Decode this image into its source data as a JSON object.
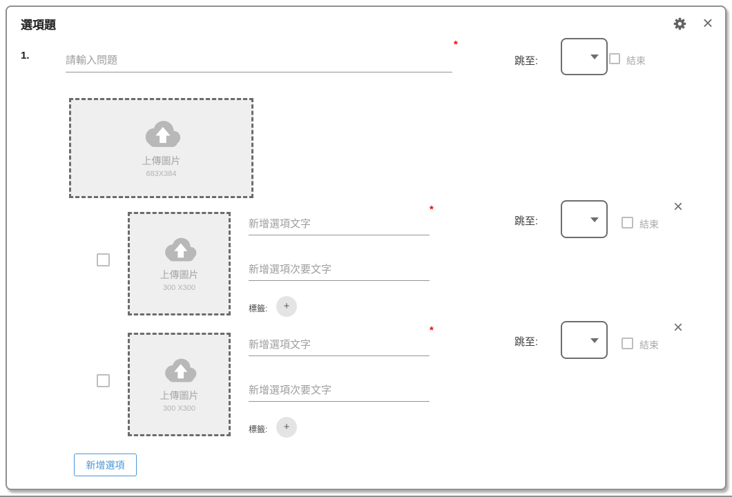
{
  "header": {
    "title": "選項題",
    "close_glyph": "×"
  },
  "question": {
    "number": "1.",
    "placeholder": "請輸入問題",
    "required_marker": "*",
    "jump_label": "跳至:",
    "end_label": "結束",
    "upload_label": "上傳圖片",
    "upload_size_hint": "683X384"
  },
  "options": [
    {
      "text_placeholder": "新增選項文字",
      "secondary_placeholder": "新增選項次要文字",
      "required_marker": "*",
      "tag_label": "標籤:",
      "add_tag_glyph": "+",
      "upload_label": "上傳圖片",
      "upload_size_hint": "300 X300",
      "jump_label": "跳至:",
      "end_label": "結束",
      "remove_glyph": "×"
    },
    {
      "text_placeholder": "新增選項文字",
      "secondary_placeholder": "新增選項次要文字",
      "required_marker": "*",
      "tag_label": "標籤:",
      "add_tag_glyph": "+",
      "upload_label": "上傳圖片",
      "upload_size_hint": "300 X300",
      "jump_label": "跳至:",
      "end_label": "結束",
      "remove_glyph": "×"
    }
  ],
  "footer": {
    "add_option_label": "新增選項"
  },
  "colors": {
    "accent_blue": "#4a95d6",
    "required_red": "#ff0000",
    "dialog_border": "#8f8f8f",
    "upload_bg": "#efefef",
    "upload_icon_gray": "#b8b8b8",
    "muted_text": "#9e9e9e"
  }
}
